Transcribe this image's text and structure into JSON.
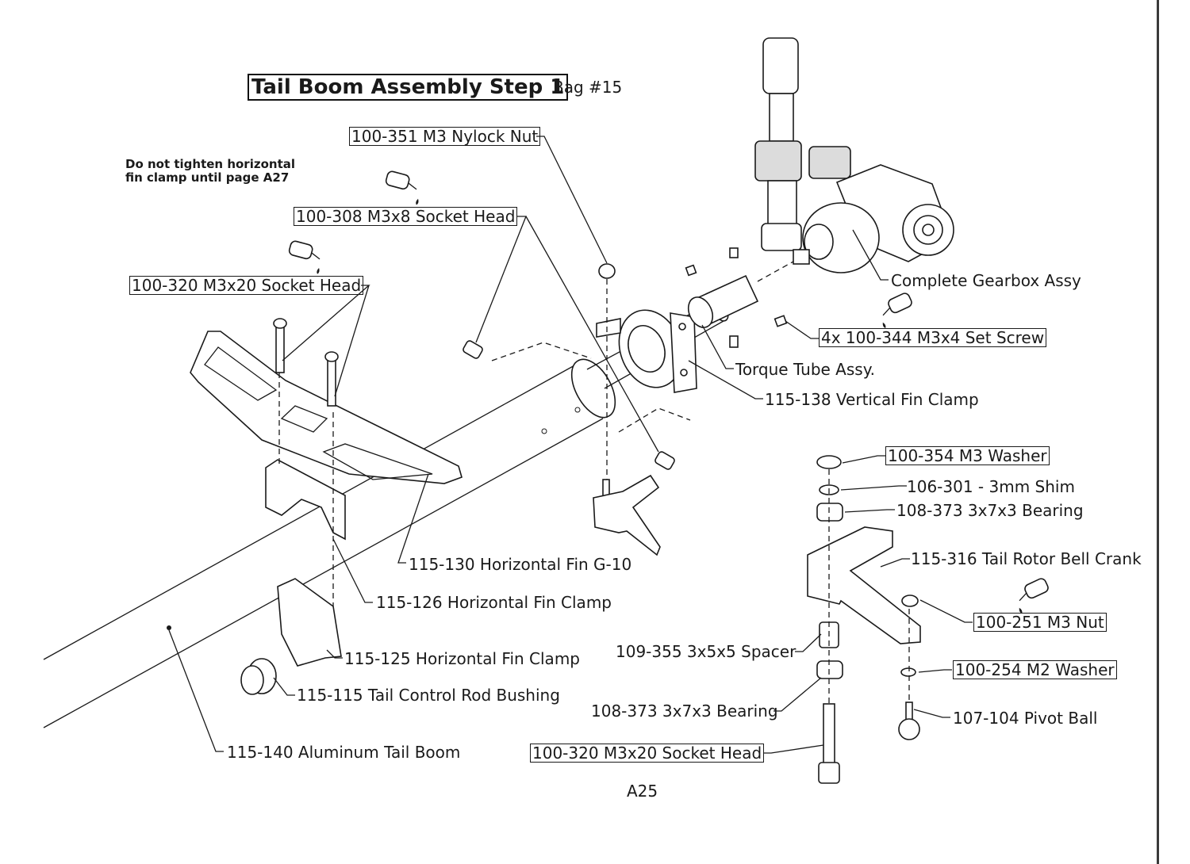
{
  "title": "Tail Boom Assembly Step 1",
  "bag": "Bag #15",
  "note": [
    "Do not tighten horizontal",
    "fin clamp until page A27"
  ],
  "page_number": "A25",
  "callouts": {
    "nylock_nut": "100-351 M3 Nylock Nut",
    "socket_m3x8": "100-308 M3x8 Socket Head",
    "socket_m3x20_top": "100-320 M3x20 Socket Head",
    "gearbox": "Complete Gearbox Assy",
    "set_screw": "4x 100-344 M3x4 Set Screw",
    "torque_tube": "Torque Tube Assy.",
    "vertical_fin_clamp": "115-138 Vertical Fin Clamp",
    "m3_washer": "100-354 M3 Washer",
    "shim": "106-301 - 3mm Shim",
    "bearing_top": "108-373 3x7x3 Bearing",
    "horizontal_fin": "115-130 Horizontal Fin G-10",
    "bell_crank": "115-316 Tail Rotor Bell Crank",
    "fin_clamp_126": "115-126 Horizontal Fin Clamp",
    "m3_nut": "100-251 M3 Nut",
    "fin_clamp_125": "115-125 Horizontal Fin Clamp",
    "spacer": "109-355 3x5x5 Spacer",
    "m2_washer": "100-254 M2 Washer",
    "bushing": "115-115 Tail Control Rod Bushing",
    "bearing_bottom": "108-373 3x7x3 Bearing",
    "pivot_ball": "107-104 Pivot Ball",
    "tail_boom": "115-140 Aluminum Tail Boom",
    "socket_m3x20_bottom": "100-320 M3x20 Socket Head"
  }
}
